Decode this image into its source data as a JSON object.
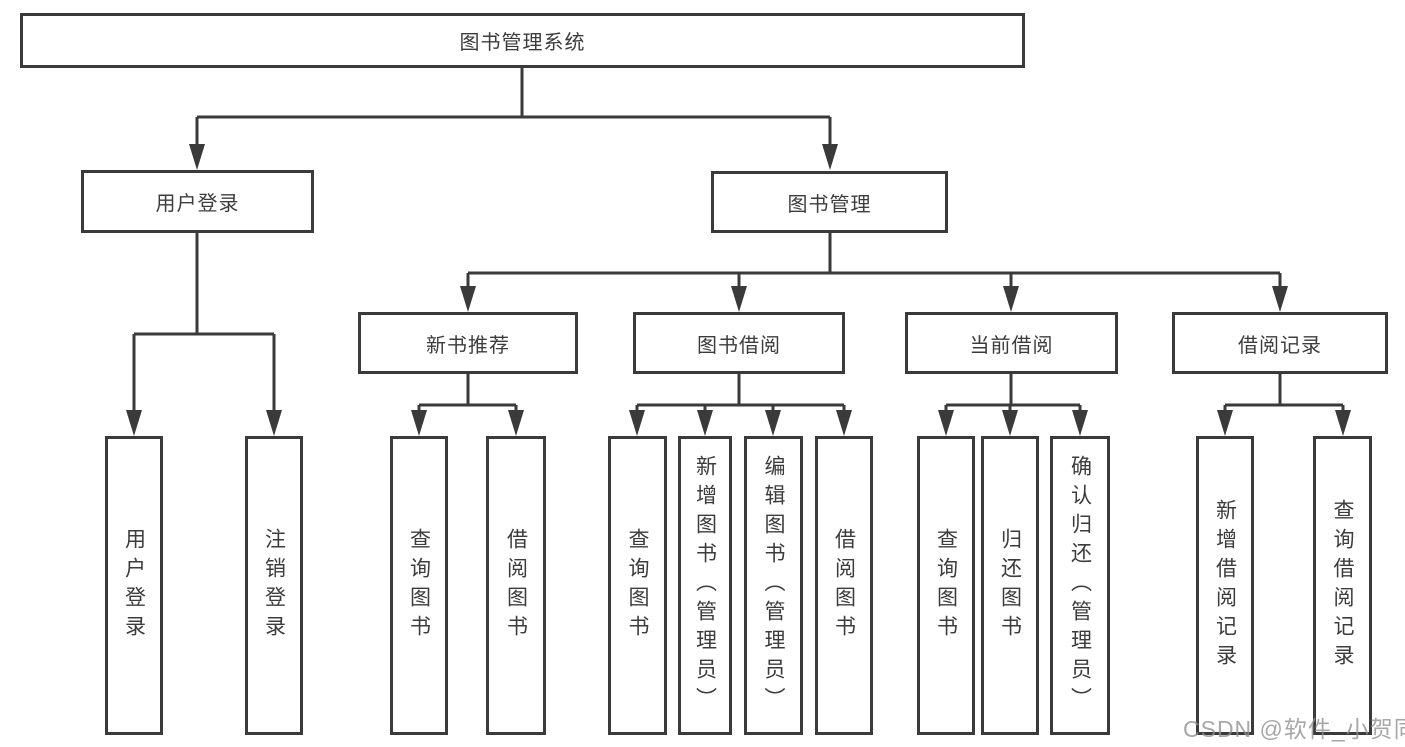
{
  "diagram": {
    "title": "图书管理系统",
    "nodes": {
      "root": "图书管理系统",
      "user_login": "用户登录",
      "book_mgmt": "图书管理",
      "new_books": "新书推荐",
      "book_borrow": "图书借阅",
      "current_borrow": "当前借阅",
      "borrow_records": "借阅记录",
      "leaf_user_login": "用户登录",
      "leaf_logout": "注销登录",
      "leaf_nb_query": "查询图书",
      "leaf_nb_borrow": "借阅图书",
      "leaf_bb_query": "查询图书",
      "leaf_bb_add": "新增图书（管理员）",
      "leaf_bb_edit": "编辑图书（管理员）",
      "leaf_bb_borrow": "借阅图书",
      "leaf_cb_query": "查询图书",
      "leaf_cb_return": "归还图书",
      "leaf_cb_confirm": "确认归还（管理员）",
      "leaf_br_add": "新增借阅记录",
      "leaf_br_query": "查询借阅记录"
    },
    "hierarchy": {
      "图书管理系统": {
        "用户登录": [
          "用户登录",
          "注销登录"
        ],
        "图书管理": {
          "新书推荐": [
            "查询图书",
            "借阅图书"
          ],
          "图书借阅": [
            "查询图书",
            "新增图书（管理员）",
            "编辑图书（管理员）",
            "借阅图书"
          ],
          "当前借阅": [
            "查询图书",
            "归还图书",
            "确认归还（管理员）"
          ],
          "借阅记录": [
            "新增借阅记录",
            "查询借阅记录"
          ]
        }
      }
    },
    "colors": {
      "line": "#3a3a3a",
      "text": "#3c3c3c",
      "background": "#ffffff",
      "watermark": "#919191"
    }
  },
  "watermark": {
    "text": "CSDN @软件_小贺同学"
  }
}
